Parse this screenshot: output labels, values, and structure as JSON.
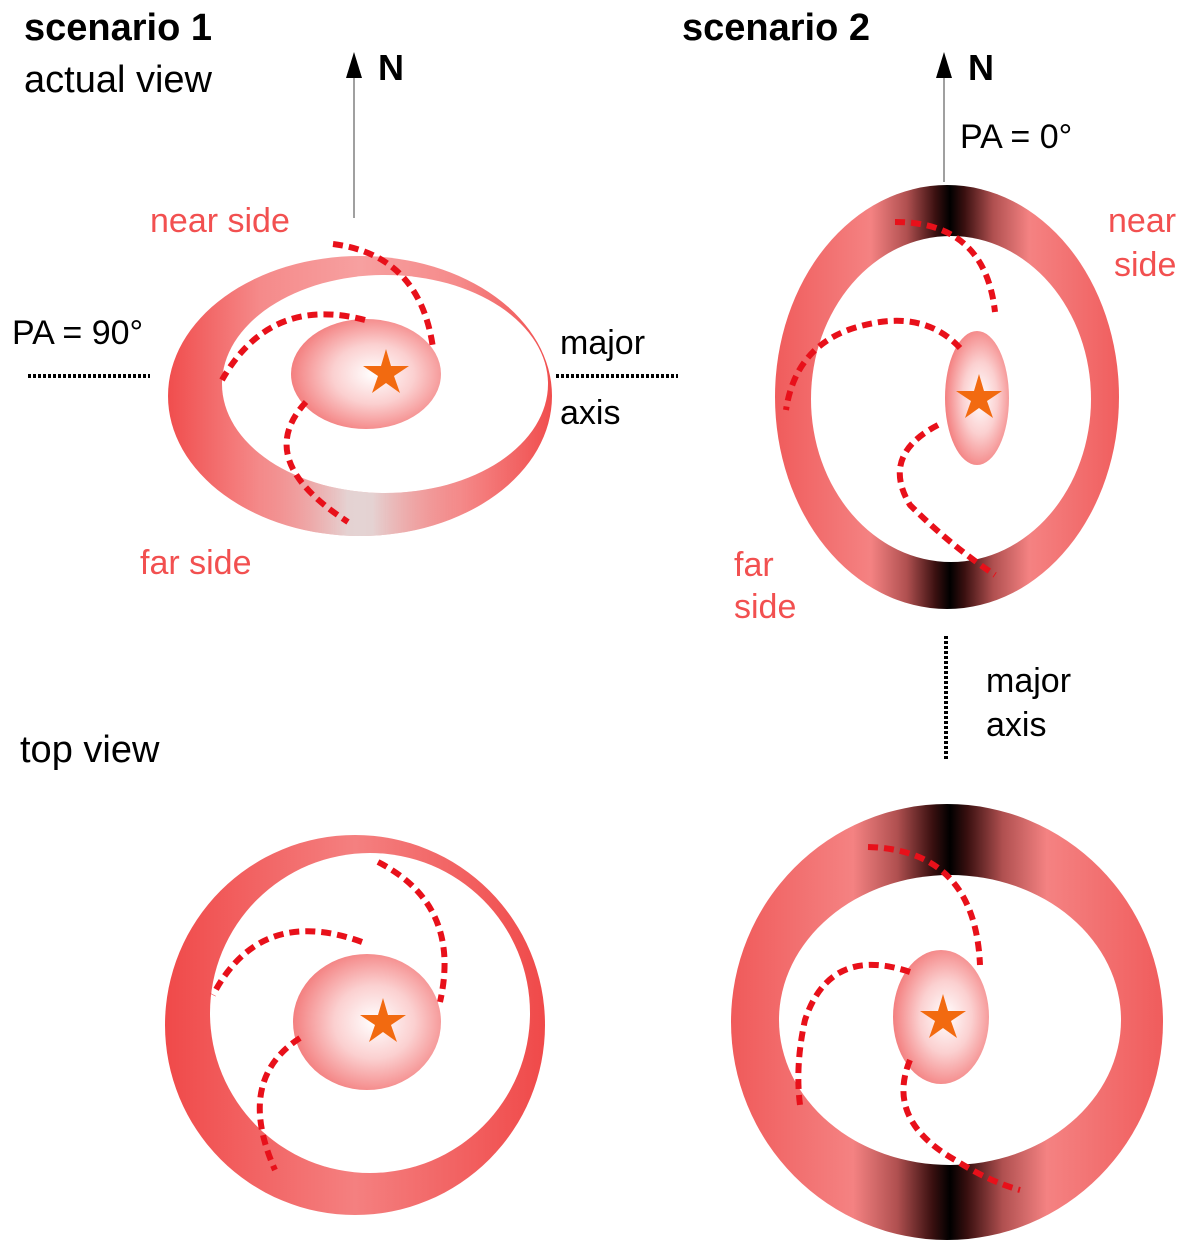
{
  "scenario1": {
    "title": "scenario 1",
    "subtitle": "actual view",
    "north": "N",
    "pa": "PA = 90°",
    "near_side": "near side",
    "far_side": "far side",
    "major_axis_line1": "major",
    "major_axis_line2": "axis"
  },
  "scenario2": {
    "title": "scenario 2",
    "north": "N",
    "pa": "PA = 0°",
    "near_line1": "near",
    "near_line2": "side",
    "far_line1": "far",
    "far_line2": "side",
    "major_axis_line1": "major",
    "major_axis_line2": "axis"
  },
  "top_view": {
    "label": "top view"
  },
  "colors": {
    "disk_red": "#f25050",
    "disk_pale": "#ffffff",
    "spiral_red": "#e8101a",
    "star_orange": "#f26a10",
    "label_red": "#f25050",
    "text_black": "#000000"
  }
}
